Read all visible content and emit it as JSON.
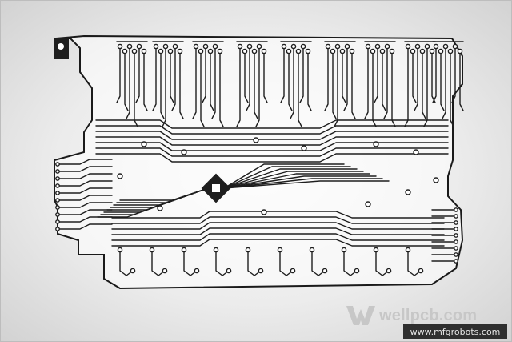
{
  "image": {
    "subject": "printed-circuit-board-traces",
    "colors": {
      "background_light": "#f8f8f8",
      "background_dark": "#cfcfcf",
      "board_fill": "#ffffff",
      "board_outline": "#1a1a1a",
      "trace": "#1e1e1e",
      "watermark": "#c7c7c7"
    }
  },
  "watermark": {
    "logo_text": "wellpcb.com",
    "icon": "wellpcb-w-logo"
  },
  "site_credit": {
    "text": "www.mfgrobots.com"
  }
}
